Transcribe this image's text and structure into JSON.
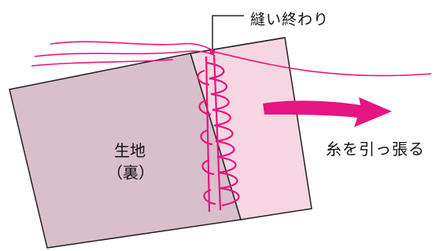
{
  "labels": {
    "sewing_end": "縫い終わり",
    "pull_thread": "糸を引っ張る",
    "fabric": "生地",
    "fabric_side": "（裏）"
  },
  "colors": {
    "fabric_back": "#d9bfcb",
    "fabric_front": "#f6d6e3",
    "thread": "#e6157f",
    "outline": "#222222",
    "arrow": "#e6157f"
  },
  "icons": {
    "arrow": "right-arrow-icon"
  }
}
